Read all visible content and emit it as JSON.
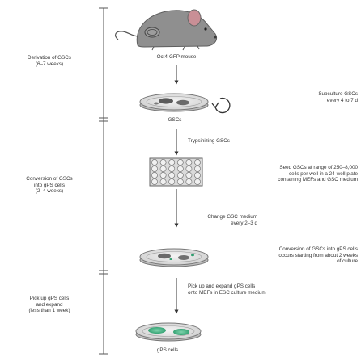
{
  "phases": {
    "derivation": [
      "Derivation of GSCs",
      "(6–7 weeks)"
    ],
    "conversion": [
      "Conversion of GSCs",
      "into gPS cells",
      "(2–4 weeks)"
    ],
    "pickup": [
      "Pick up gPS cells",
      "and expand",
      "(less than 1 week)"
    ]
  },
  "nodes": {
    "mouse": "Oct4-GFP mouse",
    "gsc": "GSCs",
    "gps": "gPS cells"
  },
  "steps": {
    "subculture": [
      "Subculture GSCs",
      "every 4 to 7 d"
    ],
    "trypsinizing": "Trypsinizing GSCs",
    "seed": [
      "Seed GSCs at range of 250–8,000",
      "cells per well in a 24-well plate",
      "containing MEFs and GSC medium"
    ],
    "change": [
      "Change GSC medium",
      "every 2–3 d"
    ],
    "conversion_note": [
      "Conversion of GSCs into gPS cells",
      "occurs starting from about 2 weeks",
      "of culture"
    ],
    "pickup_note": [
      "Pick up and expand gPS cells",
      "onto MEFs in ESC culture medium"
    ]
  },
  "colors": {
    "mouse_body": "#8f8f8f",
    "mouse_ear": "#c98f96",
    "dish_rim": "#777777",
    "cell_dark": "#5a5a5a",
    "gps_green": "#2e9e6e",
    "plate_fill": "#dadada",
    "timeline": "#555555"
  }
}
